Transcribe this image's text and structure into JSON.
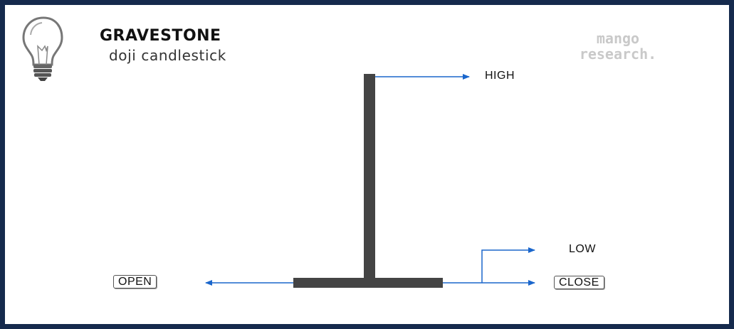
{
  "title": {
    "main": "GRAVESTONE",
    "sub": "doji candlestick"
  },
  "brand": {
    "line1": "mango",
    "line2": "research."
  },
  "labels": {
    "high": "HIGH",
    "low": "LOW",
    "open": "OPEN",
    "close": "CLOSE"
  },
  "icons": {
    "logo": "lightbulb-icon"
  },
  "colors": {
    "frame": "#152a4d",
    "candle": "#444444",
    "arrow": "#1a66cc",
    "brand": "#c9c9c9"
  }
}
